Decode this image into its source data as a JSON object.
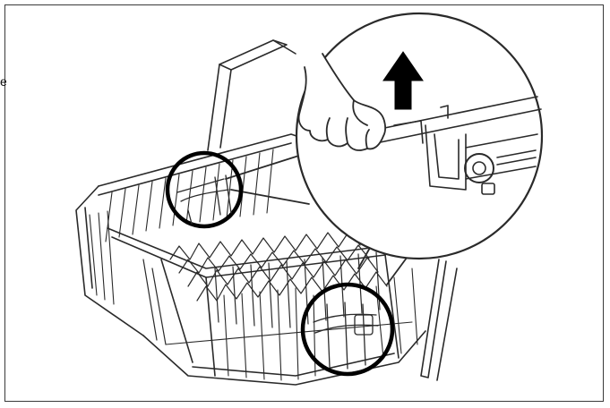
{
  "diagram": {
    "stray_glyph": "e",
    "colors": {
      "line": "#2a2a2a",
      "light_line": "#6a6a6a",
      "arrow": "#000000",
      "background": "#ffffff"
    },
    "icons": [
      "up-arrow-icon",
      "hand-icon",
      "magnifier-callout",
      "highlight-circle"
    ]
  }
}
